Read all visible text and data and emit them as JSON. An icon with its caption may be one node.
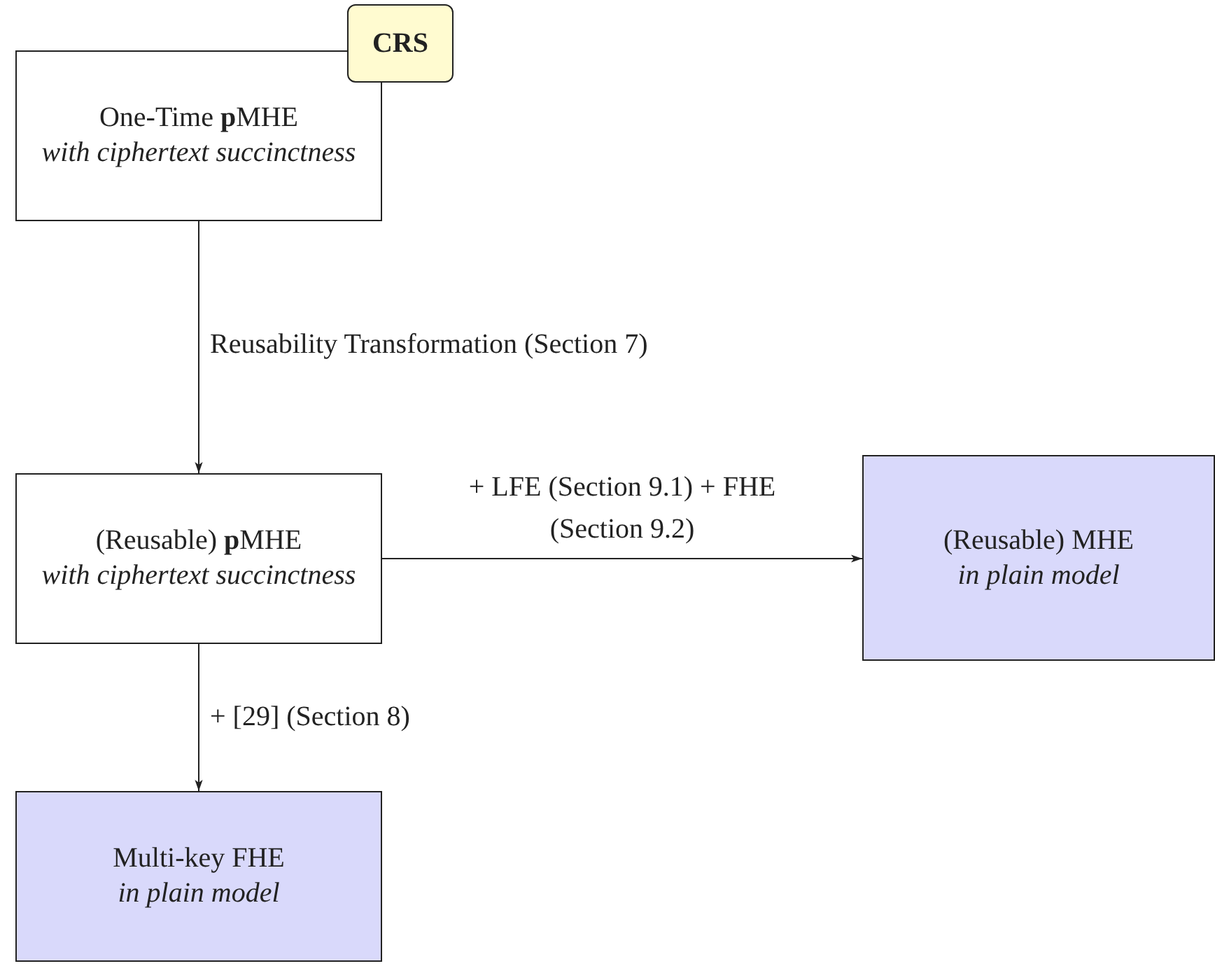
{
  "diagram": {
    "nodes": [
      {
        "text": [
          "One-Time **p**MHE",
          "with ciphertext succinctness"
        ]
      },
      {
        "text": [
          "CRS"
        ]
      },
      {
        "text": [
          "(Reusable) **p**MHE",
          "with ciphertext succinctness"
        ]
      },
      {
        "text": [
          "(Reusable) MHE",
          "in plain model"
        ]
      },
      {
        "text": [
          "Multi-key FHE",
          "in plain model"
        ]
      }
    ],
    "edges": [
      {
        "from": 0,
        "to": 2,
        "arrow": "to",
        "label": "Reusability Transformation (Section 7)"
      },
      {
        "from": 2,
        "to": 3,
        "arrow": "to",
        "label": "+ LFE (Section 9.1) + FHE (Section 9.2)"
      },
      {
        "from": 2,
        "to": 4,
        "arrow": "to",
        "label": "+ [29] (Section 8)"
      }
    ]
  }
}
